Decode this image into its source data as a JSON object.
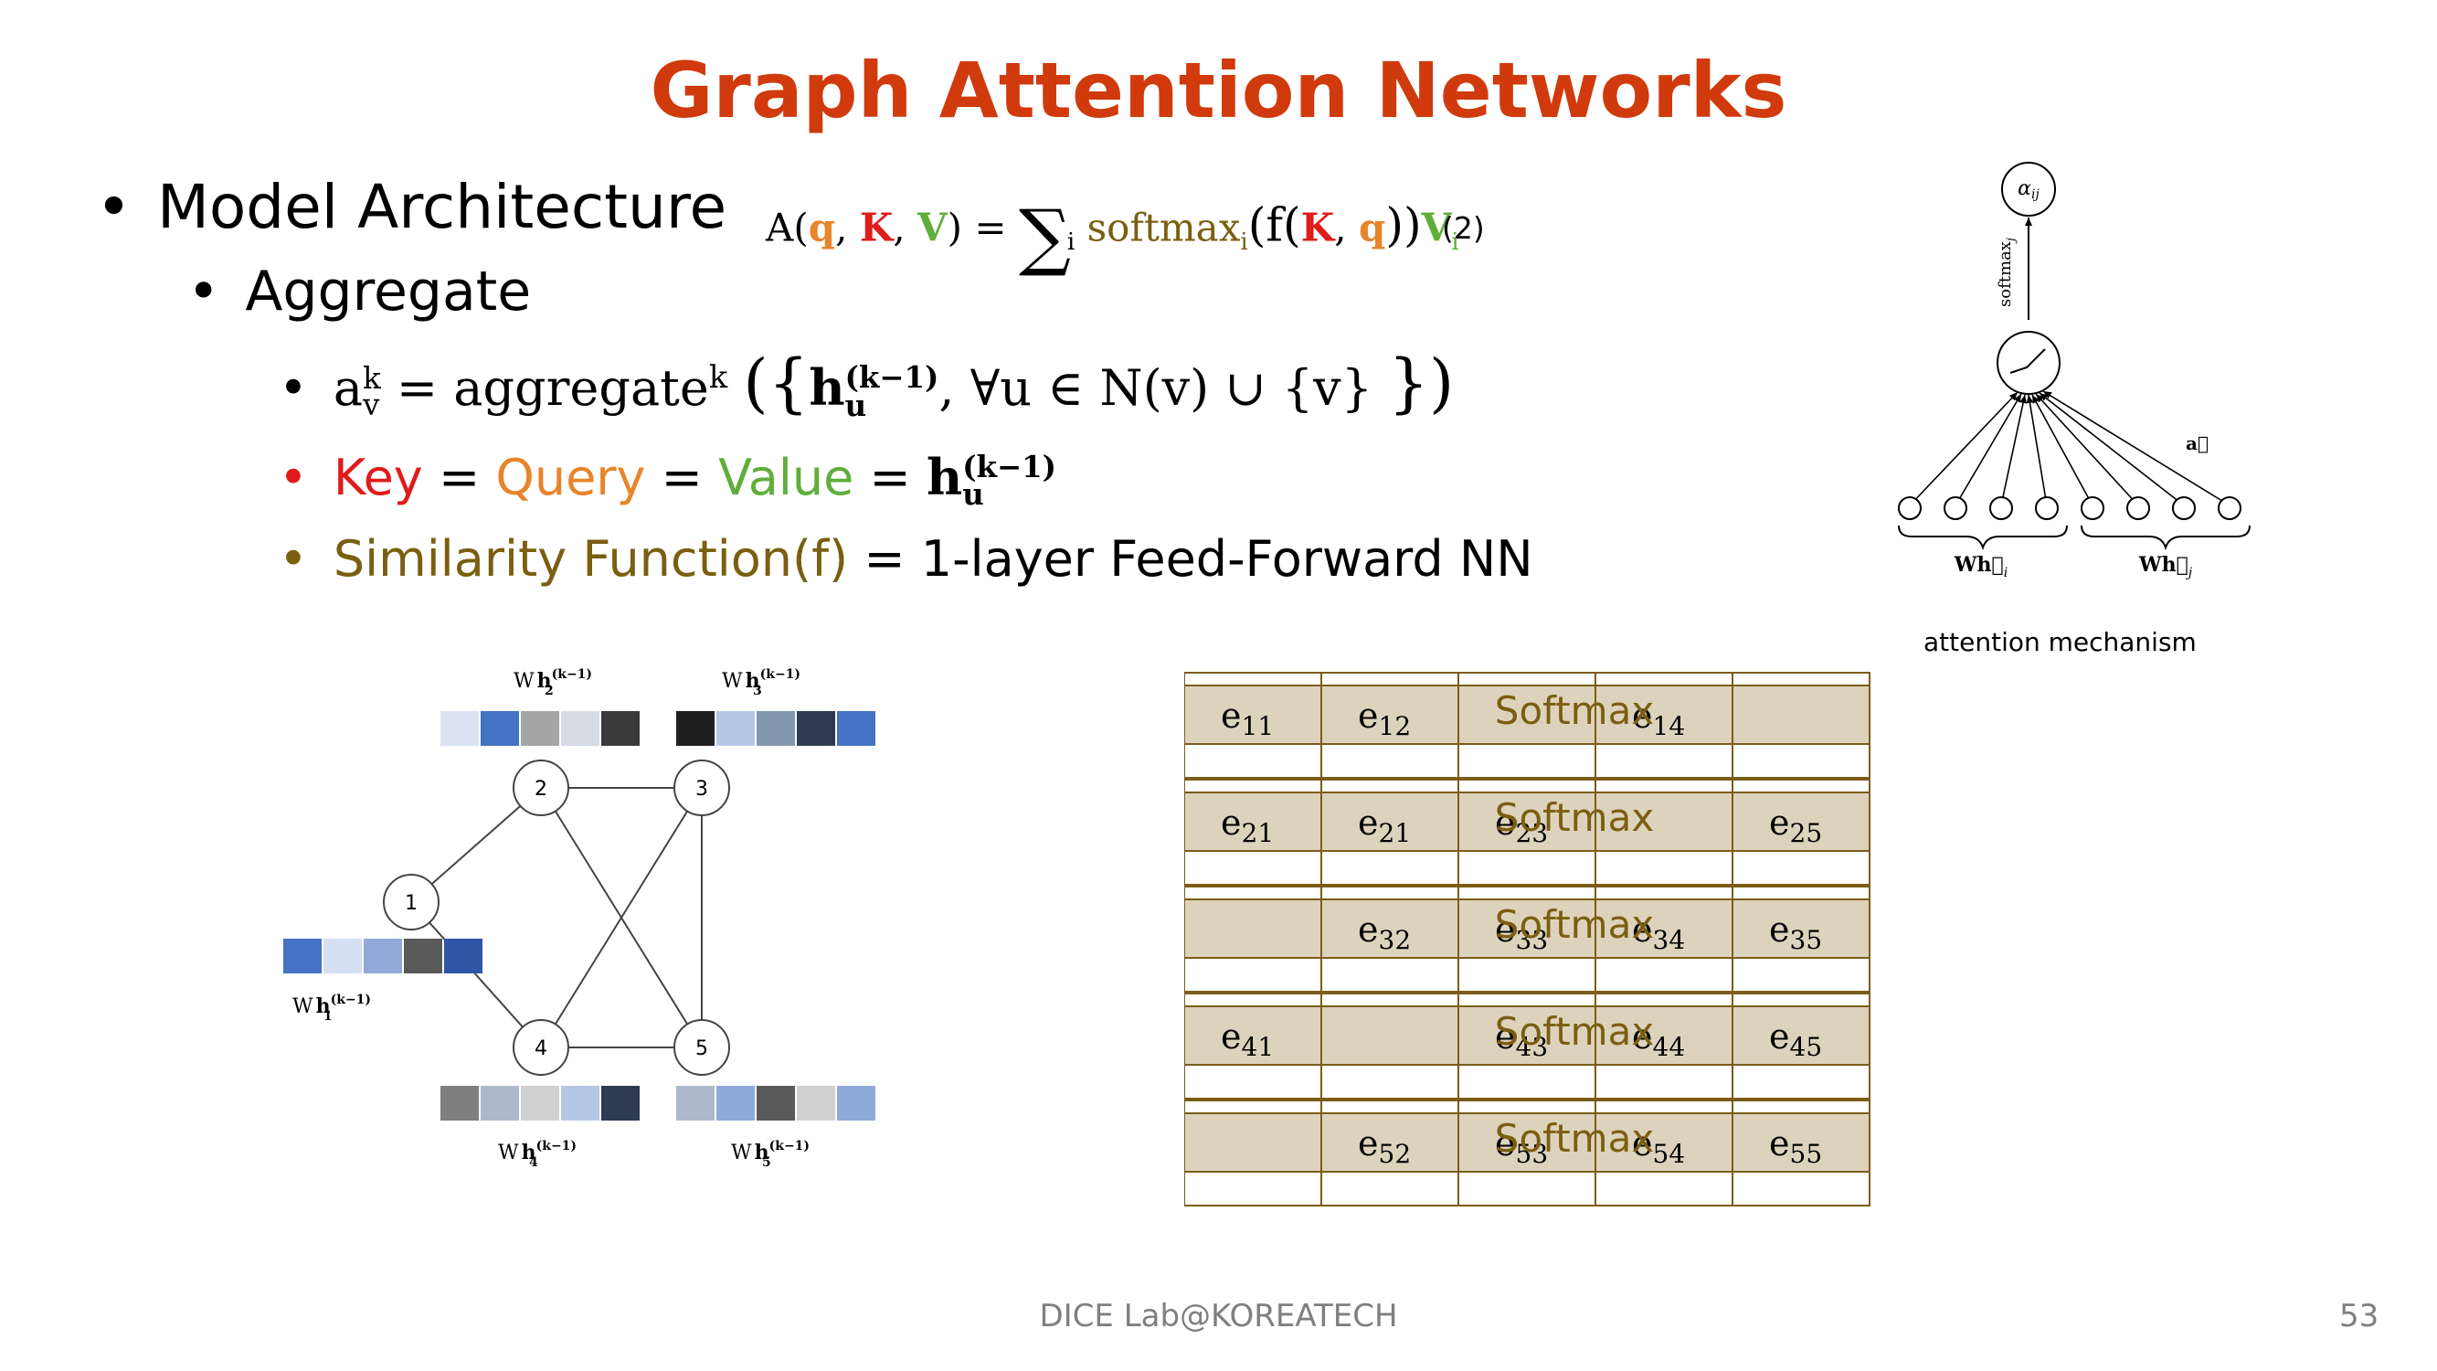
{
  "title": "Graph Attention Networks",
  "bullets": {
    "model_architecture": "Model Architecture",
    "aggregate": "Aggregate",
    "aggregate_formula": {
      "lhs_a": "a",
      "lhs_sup": "k",
      "lhs_sub": "v",
      "eq": "= aggregate",
      "agg_sup": "k",
      "open": "({",
      "h": "h",
      "h_sup": "(k−1)",
      "h_sub": "u",
      "cond": ", ∀u ∈ N(v) ∪ {v}",
      "close": "})"
    },
    "kqv": {
      "key": "Key",
      "eq1": "=",
      "query": "Query",
      "eq2": "=",
      "value": "Value",
      "eq3": "=",
      "h": "h",
      "h_sup": "(k−1)",
      "h_sub": "u"
    },
    "similarity": {
      "label": "Similarity Function(f)",
      "rest": "= 1-layer Feed-Forward NN"
    }
  },
  "attention_formula": {
    "a": "A(",
    "q": "q",
    "comma1": ",",
    "k": "K",
    "comma2": ",",
    "v": "V",
    "close": ") =",
    "sum": "∑",
    "sum_sub": "i",
    "softmax": "softmax",
    "softmax_sub": "i",
    "open2": "(f(",
    "k2": "K",
    "comma3": ",",
    "q2": "q",
    "close2": "))",
    "vi": "V",
    "vi_sub": "i",
    "number": "(2)"
  },
  "attention_mechanism": {
    "caption": "attention mechanism",
    "alpha": "α",
    "alpha_sub": "ij",
    "softmax_label": "softmax",
    "softmax_sub": "j",
    "a_vec": "a⃗",
    "wh_i": "Wh⃗",
    "wh_i_sub": "i",
    "wh_j": "Wh⃗",
    "wh_j_sub": "j"
  },
  "graph": {
    "nodes": [
      "1",
      "2",
      "3",
      "4",
      "5"
    ],
    "vector_labels": [
      {
        "w": "W",
        "h": "h",
        "sub": "1",
        "sup": "(k−1)"
      },
      {
        "w": "W",
        "h": "h",
        "sub": "2",
        "sup": "(k−1)"
      },
      {
        "w": "W",
        "h": "h",
        "sub": "3",
        "sup": "(k−1)"
      },
      {
        "w": "W",
        "h": "h",
        "sub": "4",
        "sup": "(k−1)"
      },
      {
        "w": "W",
        "h": "h",
        "sub": "5",
        "sup": "(k−1)"
      }
    ],
    "vector_colors": [
      [
        "#4472c4",
        "#d6e0f5",
        "#93a9d9",
        "#595959",
        "#2f55a4"
      ],
      [
        "#dbe3f3",
        "#4472c4",
        "#a6a6a6",
        "#d6dce5",
        "#3a3a3a"
      ],
      [
        "#1f1f1f",
        "#b4c7e7",
        "#8497b0",
        "#2f3a52",
        "#4472c4"
      ],
      [
        "#7f7f7f",
        "#adb9ca",
        "#d0d0d0",
        "#b4c7e7",
        "#2e3b52"
      ],
      [
        "#adb9ca",
        "#8eaadb",
        "#595959",
        "#d0d0d0",
        "#8eaadb"
      ]
    ]
  },
  "matrix": {
    "overlay": "Softmax",
    "rows": [
      [
        {
          "b": "e",
          "s": "11"
        },
        {
          "b": "e",
          "s": "12"
        },
        {
          "b": "",
          "s": ""
        },
        {
          "b": "e",
          "s": "14"
        },
        {
          "b": "",
          "s": ""
        }
      ],
      [
        {
          "b": "e",
          "s": "21"
        },
        {
          "b": "e",
          "s": "21"
        },
        {
          "b": "e",
          "s": "23"
        },
        {
          "b": "",
          "s": ""
        },
        {
          "b": "e",
          "s": "25"
        }
      ],
      [
        {
          "b": "",
          "s": ""
        },
        {
          "b": "e",
          "s": "32"
        },
        {
          "b": "e",
          "s": "33"
        },
        {
          "b": "e",
          "s": "34"
        },
        {
          "b": "e",
          "s": "35"
        }
      ],
      [
        {
          "b": "e",
          "s": "41"
        },
        {
          "b": "",
          "s": ""
        },
        {
          "b": "e",
          "s": "43"
        },
        {
          "b": "e",
          "s": "44"
        },
        {
          "b": "e",
          "s": "45"
        }
      ],
      [
        {
          "b": "",
          "s": ""
        },
        {
          "b": "e",
          "s": "52"
        },
        {
          "b": "e",
          "s": "53"
        },
        {
          "b": "e",
          "s": "54"
        },
        {
          "b": "e",
          "s": "55"
        }
      ]
    ]
  },
  "footer": {
    "lab": "DICE Lab@KOREATECH",
    "page": "53"
  }
}
